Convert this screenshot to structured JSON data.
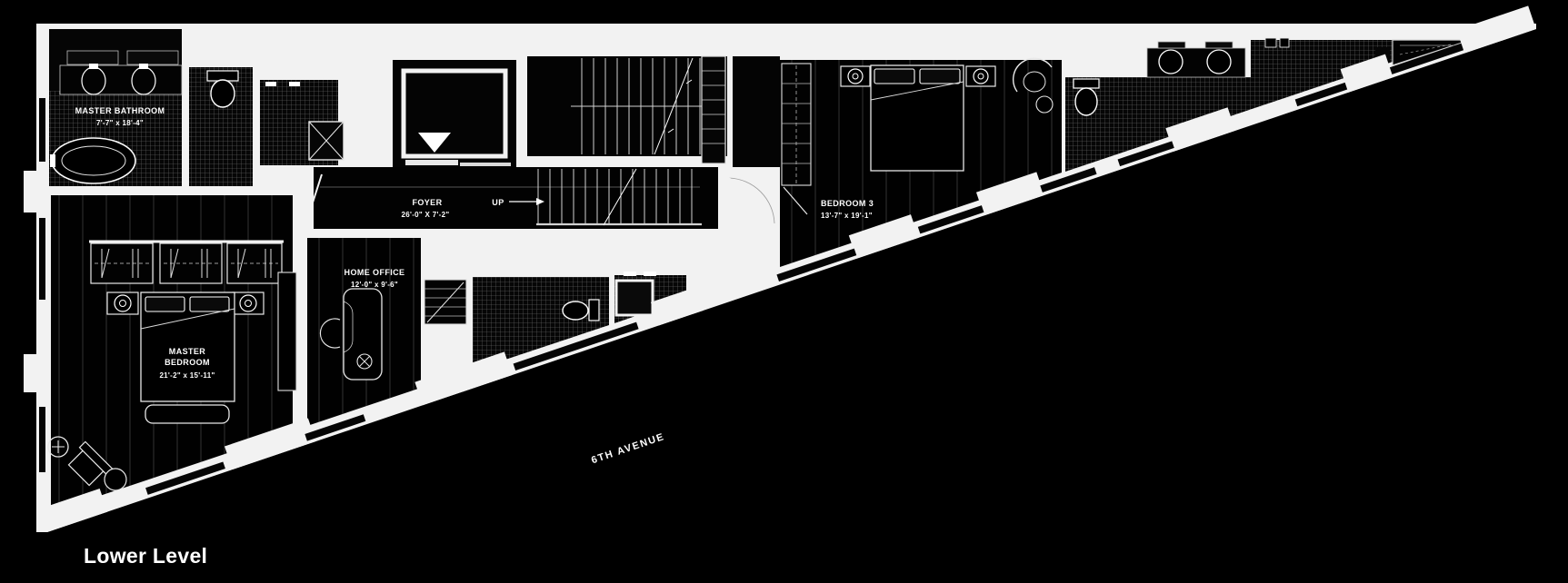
{
  "title": {
    "floor_label": "Lower Level"
  },
  "street": {
    "label": "6TH AVENUE"
  },
  "rooms": {
    "master_bathroom": {
      "name": "MASTER BATHROOM",
      "dims": "7'-7\" x 18'-4\""
    },
    "foyer": {
      "name": "FOYER",
      "dims": "26'-0\" X 7'-2\""
    },
    "home_office": {
      "name": "HOME OFFICE",
      "dims": "12'-0\" x 9'-6\""
    },
    "master_bedroom": {
      "line1": "MASTER",
      "line2": "BEDROOM",
      "dims": "21'-2\" x 15'-11\""
    },
    "bedroom_3": {
      "name": "BEDROOM 3",
      "dims": "13'-7\" x 19'-1\""
    }
  },
  "stairs": {
    "direction_label": "UP"
  },
  "colors": {
    "background": "#000000",
    "wall": "#f2f2f2",
    "line": "#ffffff"
  }
}
